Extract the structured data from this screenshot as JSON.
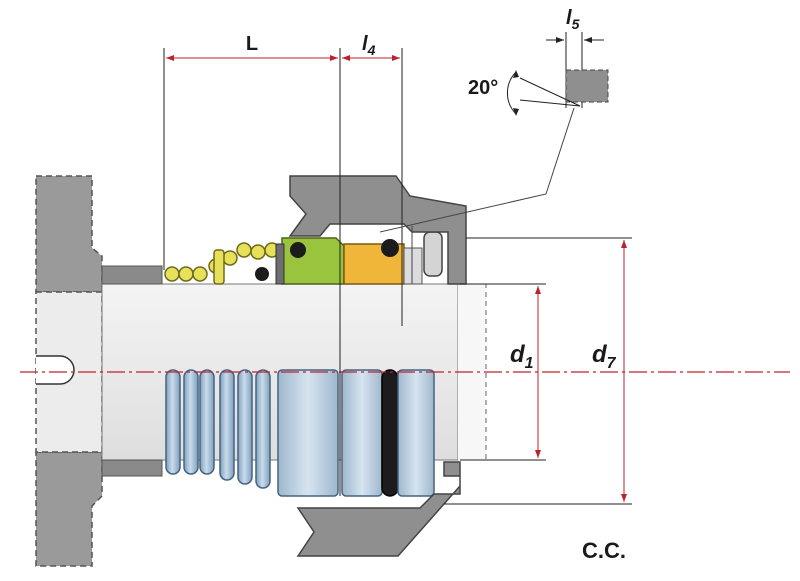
{
  "dimensions": {
    "L": "L",
    "l4": "l",
    "l4_sub": "4",
    "l5": "l",
    "l5_sub": "5",
    "angle": "20°",
    "d1": "d",
    "d1_sub": "1",
    "d7": "d",
    "d7_sub": "7"
  },
  "caption": "C.C.",
  "colors": {
    "housing": "#8f8f8f",
    "housing_dark": "#6e6e6e",
    "shaft": "#e9e9e9",
    "spring_yellow": "#e6e05a",
    "spring_blue": "#a9c2d8",
    "rotary_face": "#9ac43e",
    "seat_orange": "#f0b63a",
    "oring": "#1c1c1c",
    "dim_line": "#c0202a",
    "leader": "#555555"
  }
}
